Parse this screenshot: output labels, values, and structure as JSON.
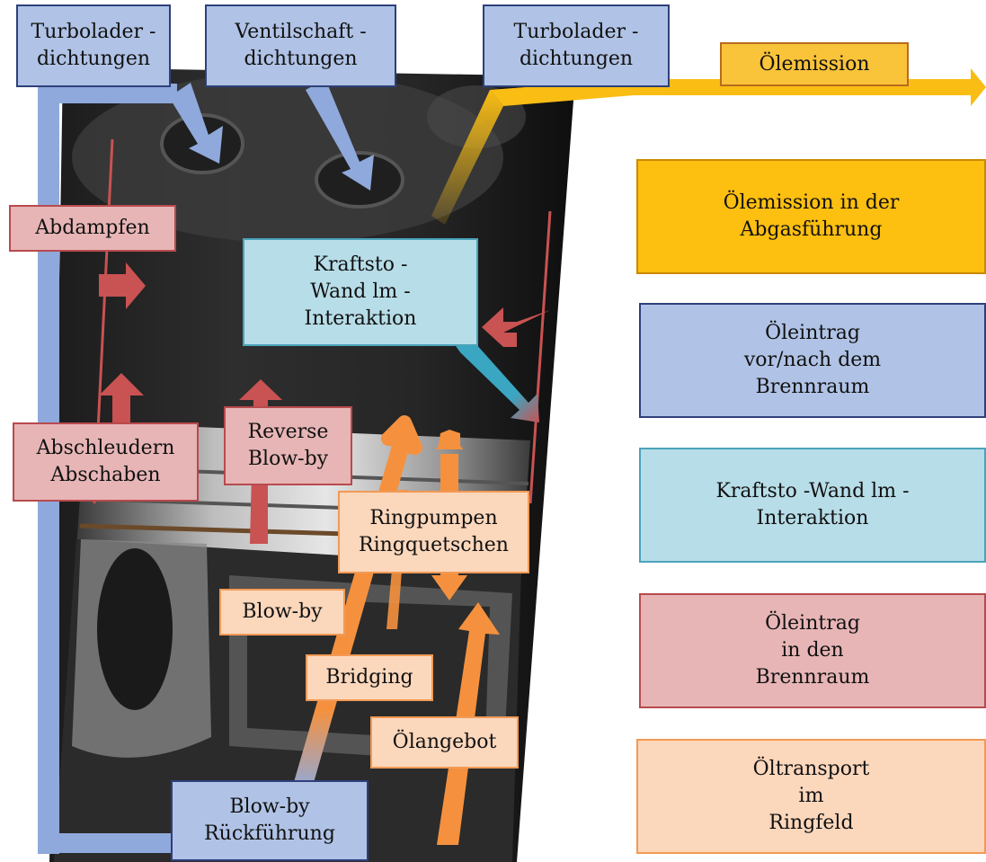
{
  "colors": {
    "blue_fill": "#b0c3e6",
    "pink_fill": "#e7b5b6",
    "orange_fill": "#fbd7bc",
    "cyan_fill": "#b7dde8",
    "gold_fill": "#fdbf10",
    "red_arrow": "#c95252",
    "orange_arrow": "#f5913e",
    "blue_arrow": "#8fa9dc",
    "gold_arrow": "#f9bd14",
    "teal_arrow": "#3aa6c2"
  },
  "labels": {
    "turbo_left": "Turbolader -\ndichtungen",
    "ventilschaft": "Ventilschaft -\ndichtungen",
    "turbo_right": "Turbolader -\ndichtungen",
    "oelemission": "Ölemission",
    "abdampfen": "Abdampfen",
    "kraftstoff_interaktion": "Kraftsto   -\nWand  lm -\nInteraktion",
    "abschleudern": "Abschleudern\nAbschaben",
    "reverse_blowby": "Reverse\nBlow-by",
    "ringpumpen": "Ringpumpen\nRingquetschen",
    "blowby": "Blow-by",
    "bridging": "Bridging",
    "oelangebot": "Ölangebot",
    "blowby_rueck": "Blow-by\nRückführung"
  },
  "legend": {
    "emission": "Ölemission in der\nAbgasführung",
    "vor_nach": "Öleintrag\nvor/nach dem\nBrennraum",
    "kraftstoff": "Kraftsto   -Wand  lm -\nInteraktion",
    "in_brennraum": "Öleintrag\nin den\nBrennraum",
    "transport": "Öltransport\nim\nRingfeld"
  }
}
